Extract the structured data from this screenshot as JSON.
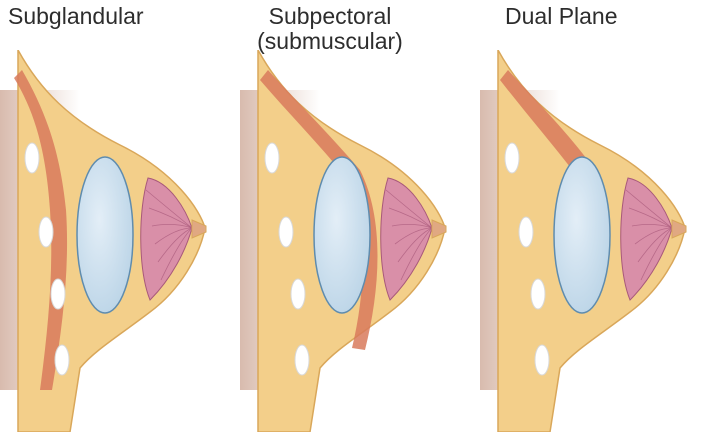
{
  "panels": [
    {
      "label_line1": "Subglandular",
      "label_line2": "",
      "placement": "subglandular"
    },
    {
      "label_line1": "Subpectoral",
      "label_line2": "(submuscular)",
      "placement": "subpectoral"
    },
    {
      "label_line1": "Dual Plane",
      "label_line2": "",
      "placement": "dual-plane"
    }
  ],
  "colors": {
    "fat": "#f3cf8a",
    "fat_edge": "#d9a75a",
    "muscle": "#d87a5c",
    "implant": "#b9d3e6",
    "implant_edge": "#5f8cae",
    "gland": "#d98fa8",
    "rib": "#ffffff",
    "chest_wall": "#b8836b",
    "background": "#ffffff"
  }
}
